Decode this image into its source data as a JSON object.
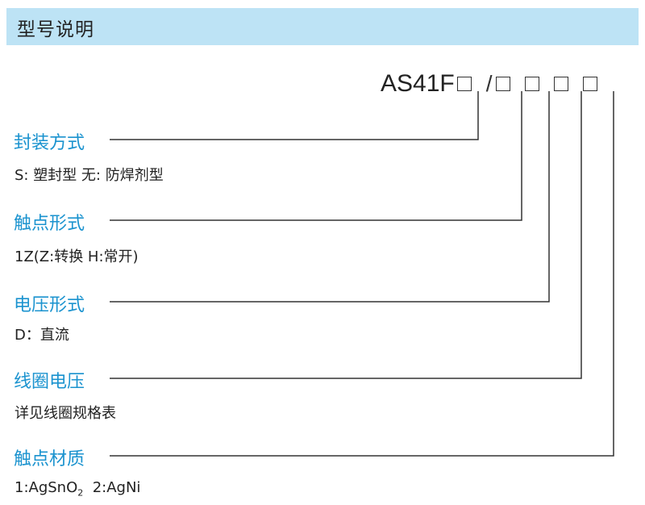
{
  "header": {
    "title": "型号说明",
    "background": "#bde3f5"
  },
  "model_code": {
    "prefix": "AS41F",
    "slash": "/"
  },
  "accent_color": "#1b93cf",
  "sections": [
    {
      "heading": "封装方式",
      "description": "S: 塑封型 无: 防焊剂型"
    },
    {
      "heading": "触点形式",
      "description": "1Z(Z:转换 H:常开)"
    },
    {
      "heading": "电压形式",
      "description": "D：直流"
    },
    {
      "heading": "线圈电压",
      "description": "详见线圈规格表"
    },
    {
      "heading": "触点材质",
      "description_main": "1:AgSnO",
      "description_sub": "2",
      "description_tail": "  2:AgNi"
    }
  ]
}
